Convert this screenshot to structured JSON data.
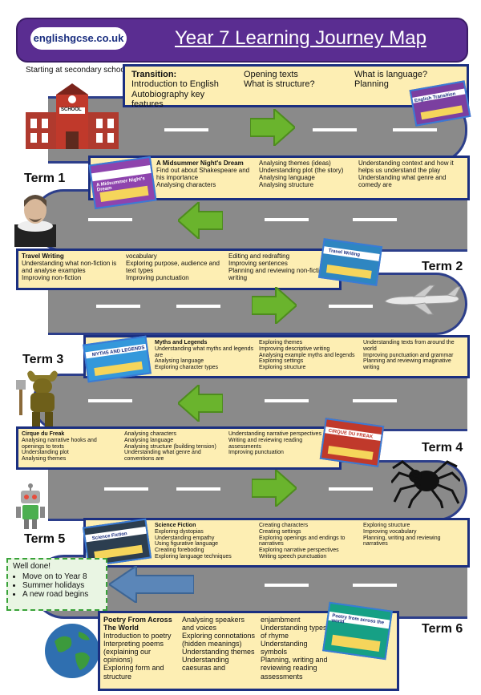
{
  "header": {
    "logo": "englishgcse.co.uk",
    "title": "Year 7 Learning Journey Map"
  },
  "start_label": "Starting at secondary school",
  "school_sign": "SCHOOL",
  "transition": {
    "col1": [
      "Transition:",
      "Introduction to English",
      "Autobiography key features"
    ],
    "col2": [
      "Opening texts",
      "What is structure?"
    ],
    "col3": [
      "What is language?",
      "Planning"
    ]
  },
  "terms": [
    "Term 1",
    "Term 2",
    "Term 3",
    "Term 4",
    "Term 5",
    "Term 6"
  ],
  "panel1": {
    "col1": [
      "A Midsummer Night's Dream",
      "Find out about Shakespeare and his importance",
      "Analysing characters"
    ],
    "col2": [
      "Analysing themes (ideas)",
      "Understanding plot (the story)",
      "Analysing language",
      "Analysing structure"
    ],
    "col3": [
      "Understanding context and how it helps us understand the play",
      "Understanding what genre and comedy are"
    ]
  },
  "panel2": {
    "col1": [
      "Travel Writing",
      "Understanding what non-fiction is and analyse examples",
      "Improving non-fiction"
    ],
    "col2": [
      "vocabulary",
      "Exploring purpose, audience and text types",
      "Improving punctuation"
    ],
    "col3": [
      "Editing and redrafting",
      "Improving sentences",
      "Planning and reviewing non-fiction writing"
    ]
  },
  "panel3": {
    "col1": [
      "Myths and Legends",
      "Understanding what myths and legends are",
      "Analysing language",
      "Exploring character types"
    ],
    "col2": [
      "Exploring themes",
      "Improving descriptive writing",
      "Analysing example myths and legends",
      "Exploring settings",
      "Exploring structure"
    ],
    "col3": [
      "Understanding texts from around the world",
      "Improving punctuation and grammar",
      "Planning and reviewing imaginative writing"
    ]
  },
  "panel4": {
    "col1": [
      "Cirque du Freak",
      "Analysing narrative hooks and openings to texts",
      "Understanding plot",
      "Analysing themes"
    ],
    "col2": [
      "Analysing characters",
      "Analysing language",
      "Analysing structure (building tension)",
      "Understanding what genre and conventions are"
    ],
    "col3": [
      "Understanding narrative perspectives",
      "Writing and reviewing reading assessments",
      "Improving punctuation"
    ]
  },
  "panel5": {
    "col1": [
      "Science Fiction",
      "Exploring dystopias",
      "Understanding empathy",
      "Using figurative language",
      "Creating foreboding",
      "Exploring language techniques"
    ],
    "col2": [
      "Creating characters",
      "Creating settings",
      "Exploring openings and endings to narratives",
      "Exploring narrative perspectives",
      "Writing speech punctuation"
    ],
    "col3": [
      "Exploring structure",
      "Improving vocabulary",
      "Planning, writing and reviewing narratives"
    ]
  },
  "panel6": {
    "col1": [
      "Poetry From Across The World",
      "Introduction to poetry",
      "Interpreting poems (explaining our opinions)",
      "Exploring form and structure"
    ],
    "col2": [
      "Analysing speakers and voices",
      "Exploring connotations (hidden meanings)",
      "Understanding themes",
      "Understanding caesuras and"
    ],
    "col3": [
      "enjambment",
      "Understanding types of rhyme",
      "Understanding symbols",
      "Planning, writing and reviewing reading assessments"
    ]
  },
  "well_done": {
    "title": "Well done!",
    "items": [
      "Move on to Year 8",
      "Summer holidays",
      "A new road begins"
    ]
  },
  "thumbs": {
    "t0": "English Transition",
    "t1": "A Midsummer Night's Dream",
    "t2": "Travel Writing",
    "t3": "MYTHS AND LEGENDS",
    "t4": "CIRQUE DU FREAK",
    "t5": "Science Fiction",
    "t6": "Poetry from across the world"
  }
}
